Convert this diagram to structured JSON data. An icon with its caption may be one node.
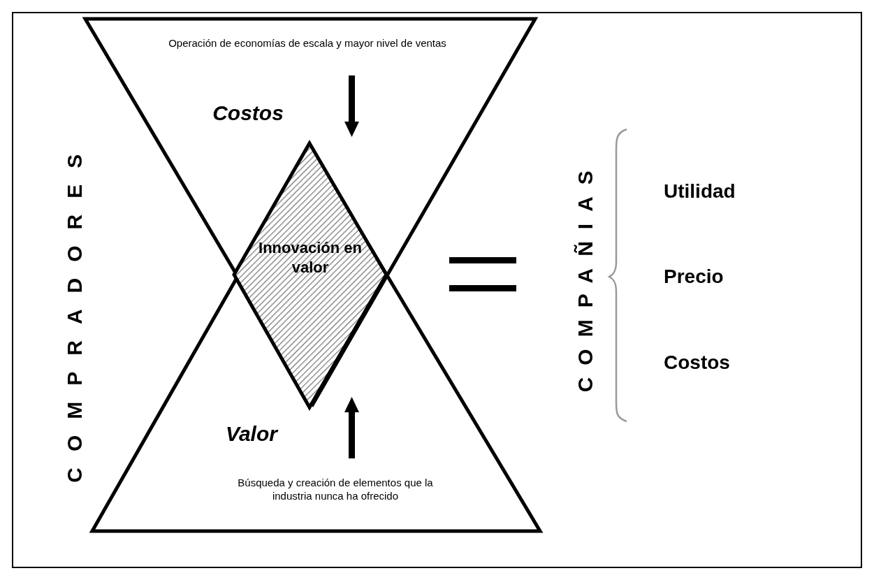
{
  "diagram": {
    "nodes": [
      {
        "text": [
          "Operación de economías de escala y mayor nivel de ventas",
          "Costos"
        ]
      },
      {
        "text": [
          "Valor",
          "Búsqueda y creación de elementos que la industria nunca ha ofrecido"
        ]
      },
      {
        "text": [
          "Innovación en valor"
        ]
      }
    ],
    "labels": [
      "COMPRADORES",
      "COMPAÑIAS",
      "Utilidad",
      "Precio",
      "Costos"
    ]
  }
}
